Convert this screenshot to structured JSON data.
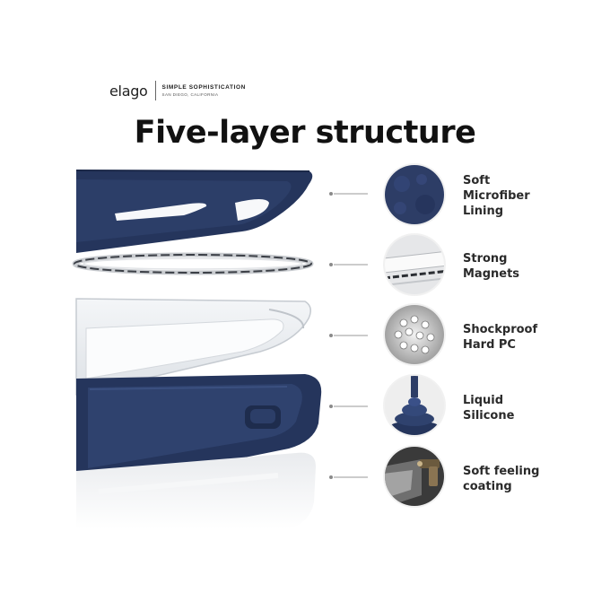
{
  "brand": {
    "logo": "elago",
    "tagline": "SIMPLE SOPHISTICATION",
    "location": "SAN DIEGO, CALIFORNIA"
  },
  "headline": "Five-layer structure",
  "colors": {
    "case_navy": "#25355c",
    "text": "#2a2a2a",
    "connector": "#9a9a9a"
  },
  "layers": [
    {
      "icon": "microfiber-swatch-icon",
      "lines": [
        "Soft",
        "Microfiber",
        "Lining"
      ]
    },
    {
      "icon": "magnet-ring-icon",
      "lines": [
        "Strong",
        "Magnets"
      ]
    },
    {
      "icon": "hard-pc-pellets-icon",
      "lines": [
        "Shockproof",
        "Hard PC"
      ]
    },
    {
      "icon": "liquid-silicone-icon",
      "lines": [
        "Liquid",
        "Silicone"
      ]
    },
    {
      "icon": "spray-coating-icon",
      "lines": [
        "Soft feeling",
        "coating"
      ]
    }
  ]
}
